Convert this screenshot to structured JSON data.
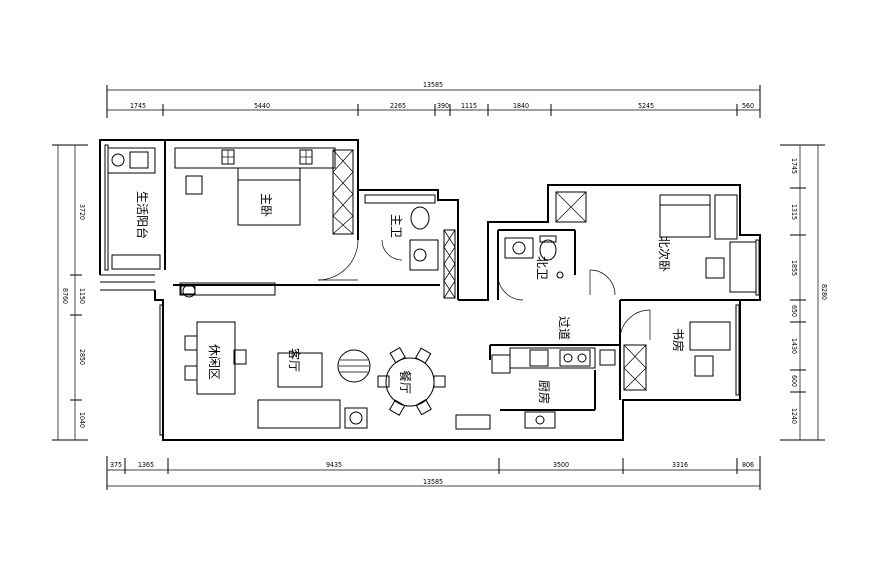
{
  "dimensions": {
    "top_total": "13585",
    "top_segments": [
      "1745",
      "5440",
      "2265",
      "390",
      "1115",
      "1840",
      "5245",
      "560"
    ],
    "bottom_segments": [
      "375",
      "1365",
      "9435",
      "3500",
      "3316",
      "806"
    ],
    "bottom_total": "13585",
    "left_segments": [
      "3720",
      "1150",
      "2850",
      "1040"
    ],
    "left_total": "8760",
    "right_segments": [
      "1745",
      "1315",
      "1855",
      "650",
      "1430",
      "600",
      "1240"
    ],
    "right_total": "8280"
  },
  "rooms": {
    "living_balcony": "生活阳台",
    "master_bedroom": "主卧",
    "master_bath": "主卫",
    "north_bath": "北卫",
    "north_bedroom": "北次卧",
    "corridor": "过道",
    "study": "书房",
    "leisure": "休闲区",
    "living": "客厅",
    "dining": "餐厅",
    "kitchen": "厨房"
  }
}
